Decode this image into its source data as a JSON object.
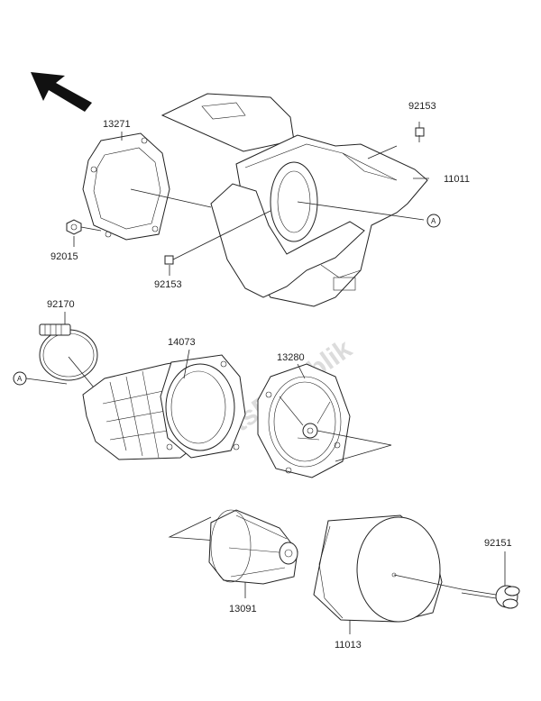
{
  "watermark": "PartsRepublik",
  "reference_letter": "A",
  "parts": {
    "p13271": "13271",
    "p92153_top": "92153",
    "p11011": "11011",
    "p92015": "92015",
    "p92153_mid": "92153",
    "p92170": "92170",
    "p14073": "14073",
    "p13280": "13280",
    "p92151": "92151",
    "p13091": "13091",
    "p11013": "11013"
  },
  "icons": {
    "direction_arrow": "front-direction-arrow-icon"
  }
}
